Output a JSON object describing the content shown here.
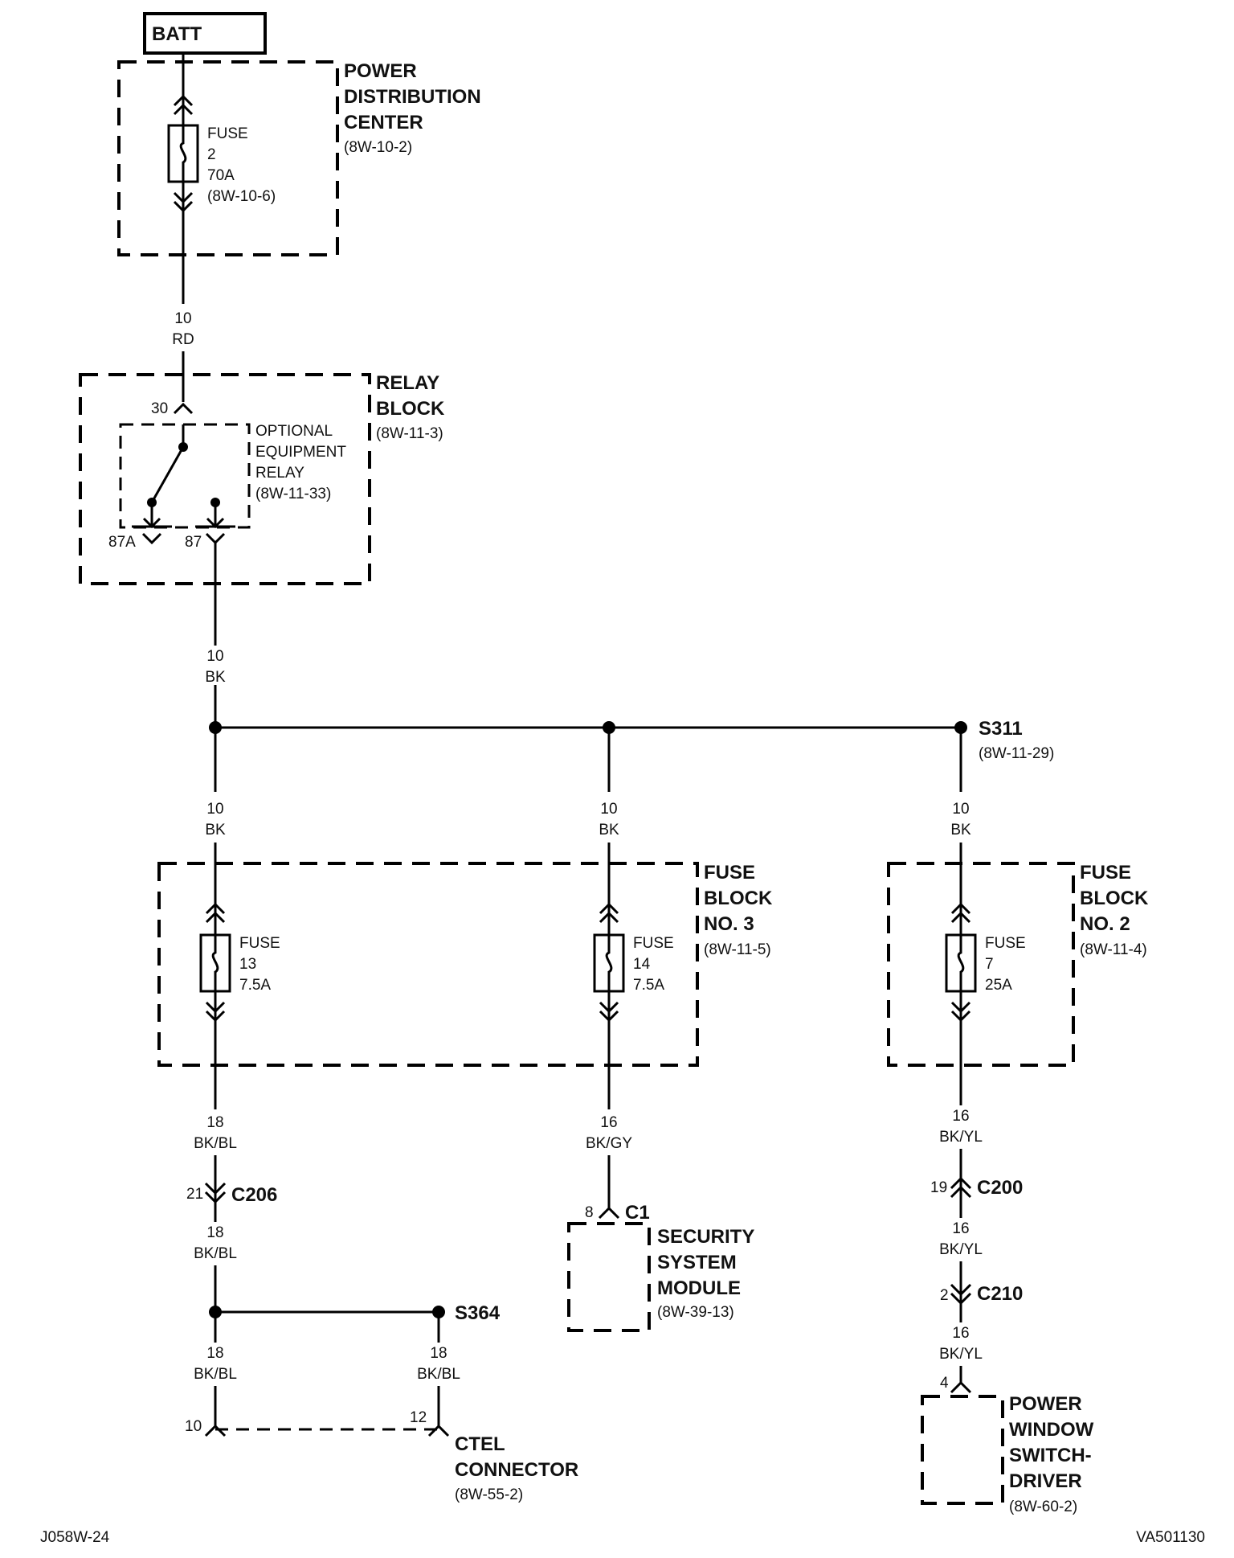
{
  "batt": "BATT",
  "pdc": {
    "l1": "POWER",
    "l2": "DISTRIBUTION",
    "l3": "CENTER",
    "ref": "(8W-10-2)"
  },
  "fuse2": {
    "l1": "FUSE",
    "l2": "2",
    "l3": "70A",
    "ref": "(8W-10-6)"
  },
  "wire_pdc": {
    "gauge": "10",
    "color": "RD"
  },
  "relay_block": {
    "l1": "RELAY",
    "l2": "BLOCK",
    "ref": "(8W-11-3)"
  },
  "relay": {
    "l1": "OPTIONAL",
    "l2": "EQUIPMENT",
    "l3": "RELAY",
    "ref": "(8W-11-33)",
    "pin30": "30",
    "pin87a": "87A",
    "pin87": "87"
  },
  "wire_relay": {
    "gauge": "10",
    "color": "BK"
  },
  "s311": {
    "name": "S311",
    "ref": "(8W-11-29)"
  },
  "wire_a": {
    "gauge": "10",
    "color": "BK"
  },
  "wire_b": {
    "gauge": "10",
    "color": "BK"
  },
  "wire_c": {
    "gauge": "10",
    "color": "BK"
  },
  "fb3": {
    "l1": "FUSE",
    "l2": "BLOCK",
    "l3": "NO. 3",
    "ref": "(8W-11-5)"
  },
  "fuse13": {
    "l1": "FUSE",
    "l2": "13",
    "l3": "7.5A"
  },
  "fuse14": {
    "l1": "FUSE",
    "l2": "14",
    "l3": "7.5A"
  },
  "fb2": {
    "l1": "FUSE",
    "l2": "BLOCK",
    "l3": "NO. 2",
    "ref": "(8W-11-4)"
  },
  "fuse7": {
    "l1": "FUSE",
    "l2": "7",
    "l3": "25A"
  },
  "wire_d": {
    "gauge": "18",
    "color": "BK/BL"
  },
  "c206": {
    "name": "C206",
    "pin": "21"
  },
  "wire_e": {
    "gauge": "18",
    "color": "BK/BL"
  },
  "s364": {
    "name": "S364"
  },
  "wire_f": {
    "gauge": "18",
    "color": "BK/BL"
  },
  "wire_g": {
    "gauge": "18",
    "color": "BK/BL"
  },
  "ctel": {
    "l1": "CTEL",
    "l2": "CONNECTOR",
    "ref": "(8W-55-2)",
    "pin10": "10",
    "pin12": "12"
  },
  "wire_h": {
    "gauge": "16",
    "color": "BK/GY"
  },
  "c1": {
    "name": "C1",
    "pin": "8"
  },
  "ssm": {
    "l1": "SECURITY",
    "l2": "SYSTEM",
    "l3": "MODULE",
    "ref": "(8W-39-13)"
  },
  "wire_i": {
    "gauge": "16",
    "color": "BK/YL"
  },
  "c200": {
    "name": "C200",
    "pin": "19"
  },
  "wire_j": {
    "gauge": "16",
    "color": "BK/YL"
  },
  "c210": {
    "name": "C210",
    "pin": "2"
  },
  "wire_k": {
    "gauge": "16",
    "color": "BK/YL"
  },
  "pws": {
    "l1": "POWER",
    "l2": "WINDOW",
    "l3": "SWITCH-",
    "l4": "DRIVER",
    "ref": "(8W-60-2)",
    "pin": "4"
  },
  "footer": {
    "left": "J058W-24",
    "right": "VA501130"
  }
}
